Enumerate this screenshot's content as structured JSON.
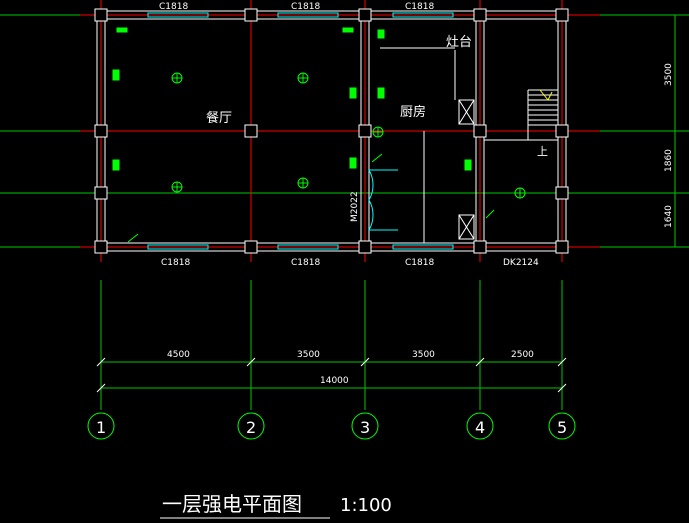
{
  "drawing": {
    "title": "一层强电平面图",
    "scale": "1:100"
  },
  "rooms": {
    "dining": "餐厅",
    "kitchen": "厨房",
    "stove": "灶台",
    "stair_up": "上"
  },
  "openings": {
    "top_window_1": "C1818",
    "top_window_2": "C1818",
    "top_window_3": "C1818",
    "bottom_window_1": "C1818",
    "bottom_window_2": "C1818",
    "bottom_window_3": "C1818",
    "door_m": "M2022",
    "door_dk": "DK2124"
  },
  "dimensions": {
    "span_1_2": "4500",
    "span_2_3": "3500",
    "span_3_4": "3500",
    "span_4_5": "2500",
    "total": "14000",
    "right_top": "3500",
    "right_mid": "1860",
    "right_bottom": "1640"
  },
  "axes": [
    "1",
    "2",
    "3",
    "4",
    "5"
  ],
  "colors": {
    "background": "#000000",
    "wall": "#ffffff",
    "axis_line": "#ff0000",
    "dimension_line": "#00ff00",
    "window": "#00ffff",
    "fixture": "#00ff00"
  }
}
